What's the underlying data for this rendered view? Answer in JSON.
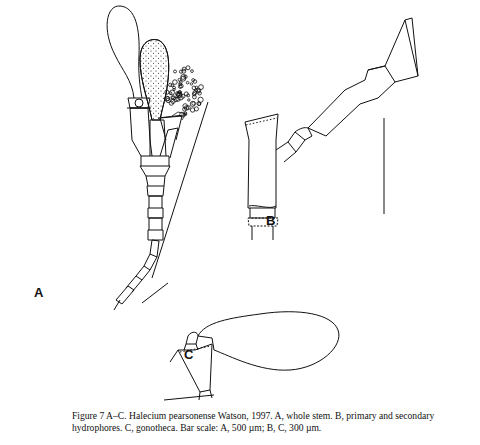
{
  "diagram": {
    "caption": "Figure 7 A–C. Halecium pearsonense Watson, 1997. A, whole stem. B, primary and secondary hydrophores. C, gonotheca. Bar scale: A, 500 µm; B, C, 300 µm.",
    "labels": [
      "A",
      "B",
      "C"
    ]
  }
}
